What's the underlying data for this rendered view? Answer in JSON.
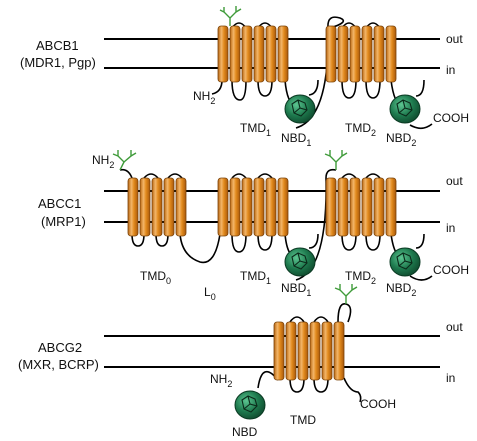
{
  "membrane_labels": {
    "out": "out",
    "in": "in"
  },
  "colors": {
    "helix": "#E28A1D",
    "helix_shade": "#B86610",
    "helix_light": "#F3B66A",
    "nbd": "#1E7A4E",
    "nbd_light": "#3FB07A",
    "glycan": "#3F9B3A",
    "membrane": "#000000",
    "loop": "#000000"
  },
  "proteins": [
    {
      "name_line1": "ABCB1",
      "name_line2": "(MDR1, Pgp)",
      "labels": {
        "nh2": "NH",
        "nh2_sub": "2",
        "tmd1": "TMD",
        "tmd1_sub": "1",
        "tmd2": "TMD",
        "tmd2_sub": "2",
        "nbd1": "NBD",
        "nbd1_sub": "1",
        "nbd2": "NBD",
        "nbd2_sub": "2",
        "cooh": "COOH"
      }
    },
    {
      "name_line1": "ABCC1",
      "name_line2": "(MRP1)",
      "labels": {
        "nh2": "NH",
        "nh2_sub": "2",
        "tmd0": "TMD",
        "tmd0_sub": "0",
        "l0": "L",
        "l0_sub": "0",
        "tmd1": "TMD",
        "tmd1_sub": "1",
        "tmd2": "TMD",
        "tmd2_sub": "2",
        "nbd1": "NBD",
        "nbd1_sub": "1",
        "nbd2": "NBD",
        "nbd2_sub": "2",
        "cooh": "COOH"
      }
    },
    {
      "name_line1": "ABCG2",
      "name_line2": "(MXR, BCRP)",
      "labels": {
        "nh2": "NH",
        "nh2_sub": "2",
        "tmd": "TMD",
        "nbd": "NBD",
        "cooh": "COOH"
      }
    }
  ]
}
